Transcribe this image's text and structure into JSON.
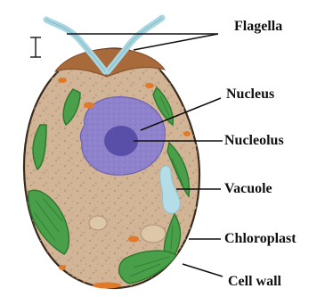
{
  "labels": {
    "flagella": "Flagella",
    "nucleus": "Nucleus",
    "nucleolus": "Nucleolus",
    "vacuole": "Vacuole",
    "chloroplast": "Chloroplast",
    "cell_wall": "Cell wall"
  },
  "colors": {
    "cytoplasm": "#d2b596",
    "cell_wall": "#3a2a1e",
    "cap": "#a86a3a",
    "flagella": "#a8d6e0",
    "chloroplast": "#4aa04a",
    "chloroplast_dark": "#2e7a30",
    "nucleus": "#8f82cc",
    "nucleolus": "#5a4fa8",
    "vacuole": "#b5dde8",
    "granule": "#e07a2a",
    "leader": "#111111"
  }
}
